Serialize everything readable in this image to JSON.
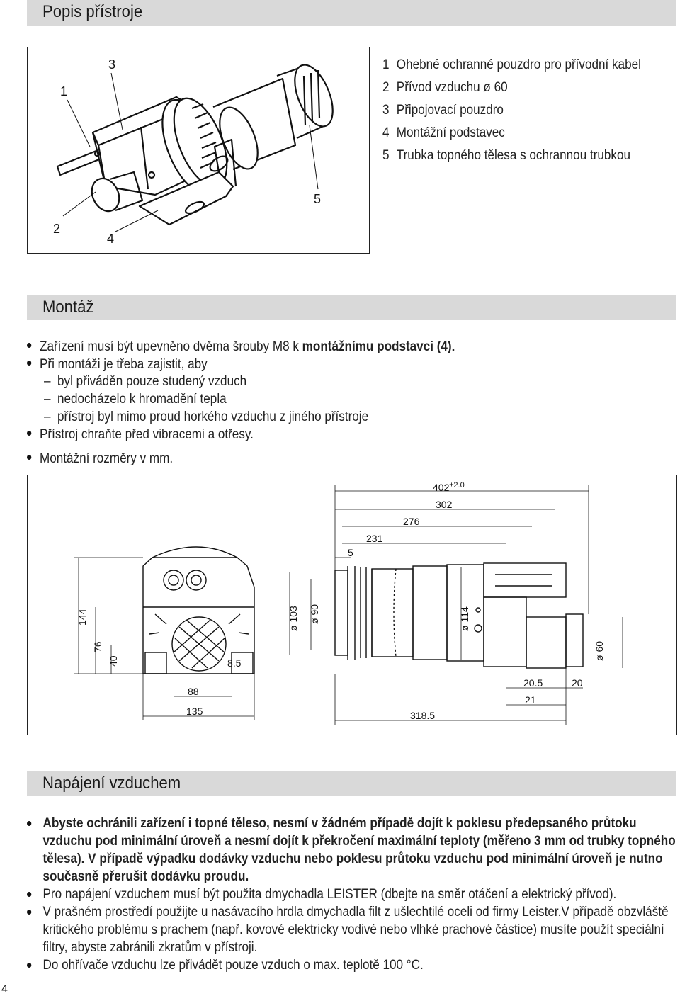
{
  "sections": {
    "popis": "Popis přístroje",
    "montaz": "Montáž",
    "napajeni": "Napájení vzduchem"
  },
  "figure1": {
    "callouts": [
      "1",
      "3",
      "2",
      "4",
      "5"
    ]
  },
  "parts": [
    {
      "num": "1",
      "label": "Ohebné ochranné pouzdro pro přívodní kabel"
    },
    {
      "num": "2",
      "label": "Přívod vzduchu ø 60"
    },
    {
      "num": "3",
      "label": "Připojovací pouzdro"
    },
    {
      "num": "4",
      "label": "Montážní podstavec"
    },
    {
      "num": "5",
      "label": "Trubka topného tělesa s ochrannou trubkou"
    }
  ],
  "montaz": {
    "b1_text": "Zařízení musí být upevněno dvěma šrouby M8 k ",
    "b1_bold": "montážnímu podstavci (4).",
    "b2": "Při montáži je třeba zajistit, aby",
    "d1": "byl přiváděn pouze studený vzduch",
    "d2": "nedocházelo k hromadění tepla",
    "d3": "přístroj byl mimo proud horkého vzduchu z jiného přístroje",
    "b3": "Přístroj chraňte před vibracemi a otřesy.",
    "b4": "Montážní rozměry v mm."
  },
  "drawing": {
    "d402": "402",
    "d402_tol": "±2.0",
    "d302": "302",
    "d276": "276",
    "d231": "231",
    "d5": "5",
    "d144": "144",
    "d76": "76",
    "d40": "40",
    "d88": "88",
    "d135": "135",
    "d8_5": "8.5",
    "dia103": "ø 103",
    "dia90": "ø 90",
    "dia114": "ø 114",
    "dia60": "ø 60",
    "d20_5": "20.5",
    "d20": "20",
    "d21": "21",
    "d318_5": "318.5"
  },
  "napajeni": {
    "p1_bold": "Abyste ochránili zařízení i topné těleso, nesmí v žádném případě dojít k poklesu předepsaného průtoku vzduchu pod minimální úroveň a nesmí dojít k překročení maximální teploty (měřeno 3 mm od trubky topného tělesa). V případě výpadku dodávky vzduchu nebo poklesu průtoku vzduchu pod minimální úroveň je nutno současně přerušit dodávku proudu.",
    "p2": "Pro napájení vzduchem musí být použita dmychadla LEISTER (dbejte na směr otáčení a elektrický přívod).",
    "p3": "V prašném prostředí použijte u nasávacího hrdla dmychadla filt z ušlechtilé oceli od firmy Leister.V případě obzvláště kritického problému s prachem (např. kovové elektricky vodivé nebo vlhké prachové částice) musíte použít speciální filtry, abyste zabránili zkratům v přístroji.",
    "p4": "Do ohřívače vzduchu lze přivádět pouze vzduch o max. teplotě 100 °C."
  },
  "page_number": "4"
}
